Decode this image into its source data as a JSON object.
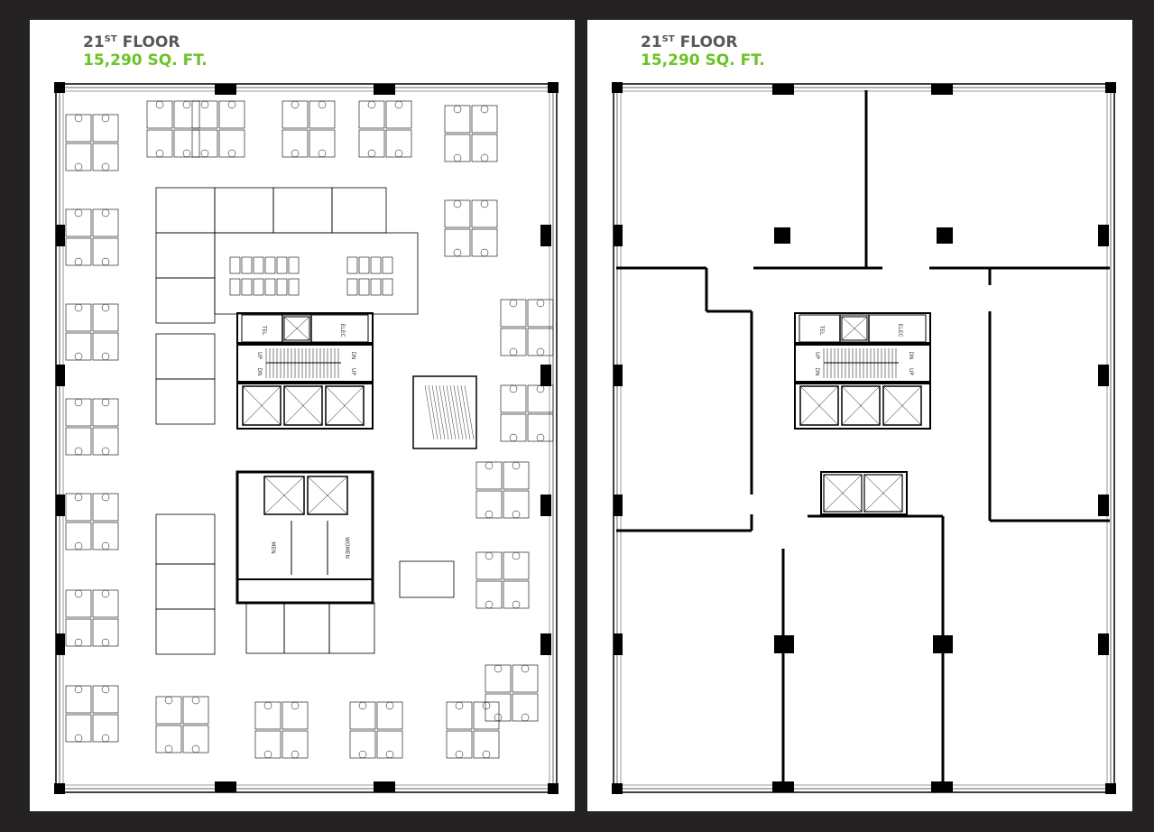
{
  "panels": [
    {
      "id": "furnished",
      "floor_number": "21",
      "floor_suffix": "ST",
      "floor_word": "FLOOR",
      "area": "15,290 SQ. FT."
    },
    {
      "id": "shell",
      "floor_number": "21",
      "floor_suffix": "ST",
      "floor_word": "FLOOR",
      "area": "15,290 SQ. FT."
    }
  ],
  "core_labels": {
    "tel": "TEL",
    "elec": "ELEC",
    "up": "UP",
    "dn": "DN",
    "men": "MEN",
    "women": "WOMEN"
  },
  "colors": {
    "background": "#242223",
    "floor_title": "#58595b",
    "area": "#6cc328"
  }
}
